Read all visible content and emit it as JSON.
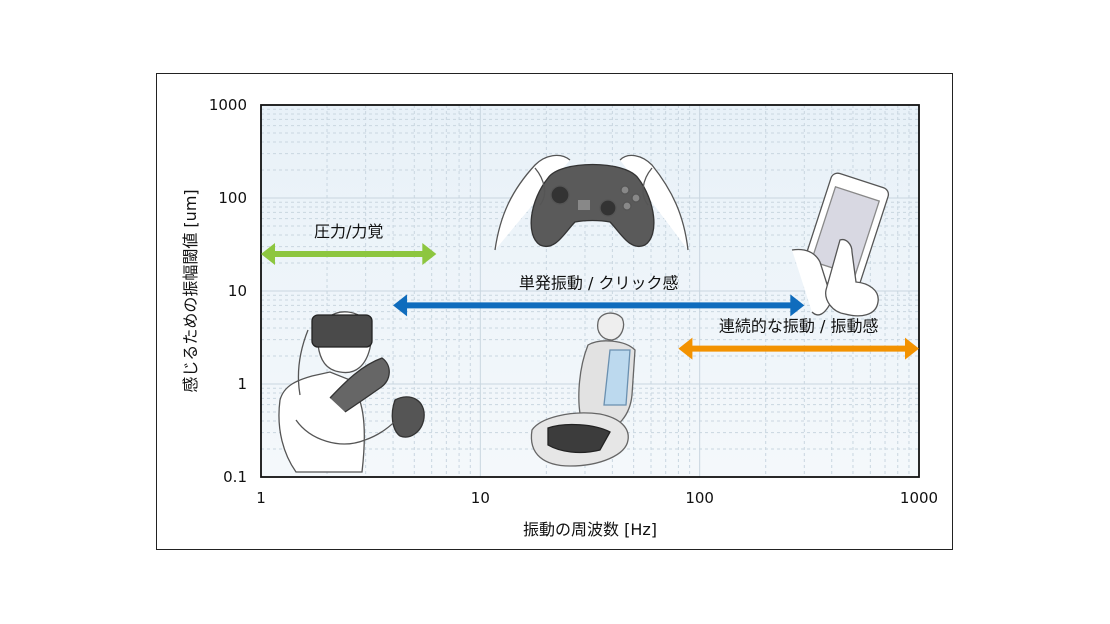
{
  "chart_data": {
    "type": "log-log band chart",
    "xlabel": "振動の周波数 [Hz]",
    "ylabel": "感じるための振幅閾値 [um]",
    "x_ticks": [
      "1",
      "10",
      "100",
      "1000"
    ],
    "y_ticks": [
      "0.1",
      "1",
      "10",
      "100",
      "1000"
    ],
    "xlim": [
      1,
      1000
    ],
    "ylim": [
      0.1,
      1000
    ],
    "x_scale": "log",
    "y_scale": "log",
    "grid": true,
    "bands": [
      {
        "label": "圧力/力覚",
        "x_start": 1,
        "x_end": 6.3,
        "y": 25,
        "color": "#8dc63f"
      },
      {
        "label": "単発振動 / クリック感",
        "x_start": 4,
        "x_end": 300,
        "y": 7,
        "color": "#0f6cbd"
      },
      {
        "label": "連続的な振動 / 振動感",
        "x_start": 80,
        "x_end": 1000,
        "y": 2.4,
        "color": "#f39200"
      }
    ],
    "illustrations": [
      "vr-user-with-gloves",
      "game-controller",
      "smartphone-in-hand",
      "car-seat"
    ]
  }
}
